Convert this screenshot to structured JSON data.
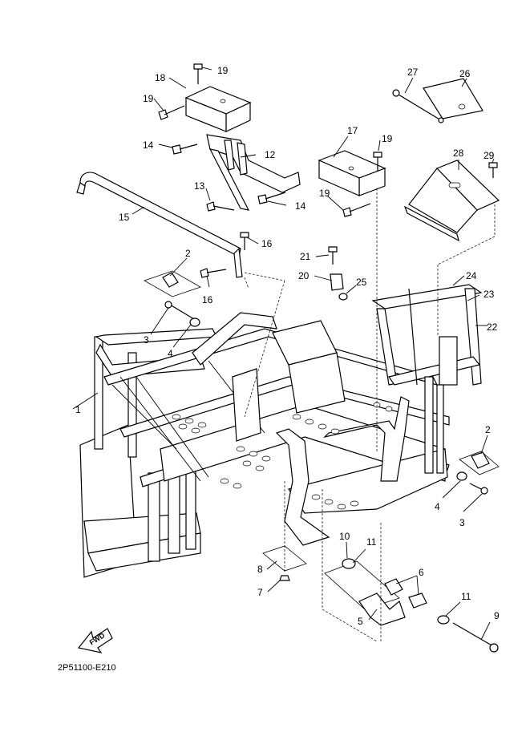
{
  "diagram": {
    "code": "2P51100-E210",
    "fwd_label": "FWD",
    "callouts": {
      "c1": "1",
      "c2a": "2",
      "c2b": "2",
      "c3a": "3",
      "c3b": "3",
      "c4a": "4",
      "c4b": "4",
      "c5": "5",
      "c6": "6",
      "c7": "7",
      "c8": "8",
      "c9": "9",
      "c10": "10",
      "c11a": "11",
      "c11b": "11",
      "c12": "12",
      "c13": "13",
      "c14a": "14",
      "c14b": "14",
      "c15": "15",
      "c16a": "16",
      "c16b": "16",
      "c17": "17",
      "c18": "18",
      "c19a": "19",
      "c19b": "19",
      "c19c": "19",
      "c19d": "19",
      "c20": "20",
      "c21": "21",
      "c22": "22",
      "c23": "23",
      "c24": "24",
      "c25": "25",
      "c26": "26",
      "c27": "27",
      "c28": "28",
      "c29": "29"
    }
  }
}
